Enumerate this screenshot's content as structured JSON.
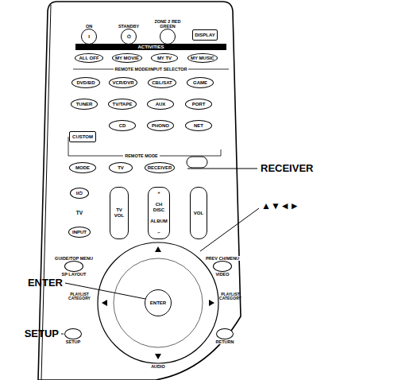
{
  "diagram": {
    "nodes": [
      {
        "text": [
          "ON",
          "I"
        ]
      },
      {
        "text": [
          "STANDBY",
          "⏻"
        ]
      },
      {
        "text": [
          "ZONE 2 RED GREEN"
        ]
      },
      {
        "text": [
          "DISPLAY"
        ]
      },
      {
        "text": [
          "ALL OFF"
        ]
      },
      {
        "text": [
          "MY MOVIE"
        ]
      },
      {
        "text": [
          "MY TV"
        ]
      },
      {
        "text": [
          "MY MUSIC"
        ]
      },
      {
        "text": [
          "DVD/BD"
        ]
      },
      {
        "text": [
          "VCR/DVR"
        ]
      },
      {
        "text": [
          "CBL/SAT"
        ]
      },
      {
        "text": [
          "GAME"
        ]
      },
      {
        "text": [
          "TUNER"
        ]
      },
      {
        "text": [
          "TV/TAPE"
        ]
      },
      {
        "text": [
          "AUX"
        ]
      },
      {
        "text": [
          "PORT"
        ]
      },
      {
        "text": [
          "CD"
        ]
      },
      {
        "text": [
          "PHONO"
        ]
      },
      {
        "text": [
          "NET"
        ]
      },
      {
        "text": [
          "CUSTOM"
        ]
      },
      {
        "text": [
          "MODE"
        ]
      },
      {
        "text": [
          "TV"
        ]
      },
      {
        "text": [
          "RECEIVER"
        ]
      },
      {
        "text": [
          "I/⏻"
        ]
      },
      {
        "text": [
          "INPUT"
        ]
      },
      {
        "text": [
          "TV VOL"
        ]
      },
      {
        "text": [
          "+",
          "CH DISC",
          "ALBUM",
          "−"
        ]
      },
      {
        "text": [
          "VOL"
        ]
      },
      {
        "text": [
          "GUIDE/TOP MENU",
          "SP LAYOUT"
        ]
      },
      {
        "text": [
          "PREV CH/MENU",
          "VIDEO"
        ]
      },
      {
        "text": [
          "ENTER"
        ]
      },
      {
        "text": [
          "SETUP"
        ]
      },
      {
        "text": [
          "RETURN"
        ]
      }
    ],
    "labels": [
      "ACTIVITIES",
      "REMOTE MODE/INPUT SELECTOR",
      "REMOTE MODE",
      "TV",
      "PLAYLIST CATEGORY",
      "PLAYLIST CATEGORY",
      "AUDIO",
      "RECEIVER",
      "▲▼◄►",
      "ENTER",
      "SETUP"
    ]
  }
}
